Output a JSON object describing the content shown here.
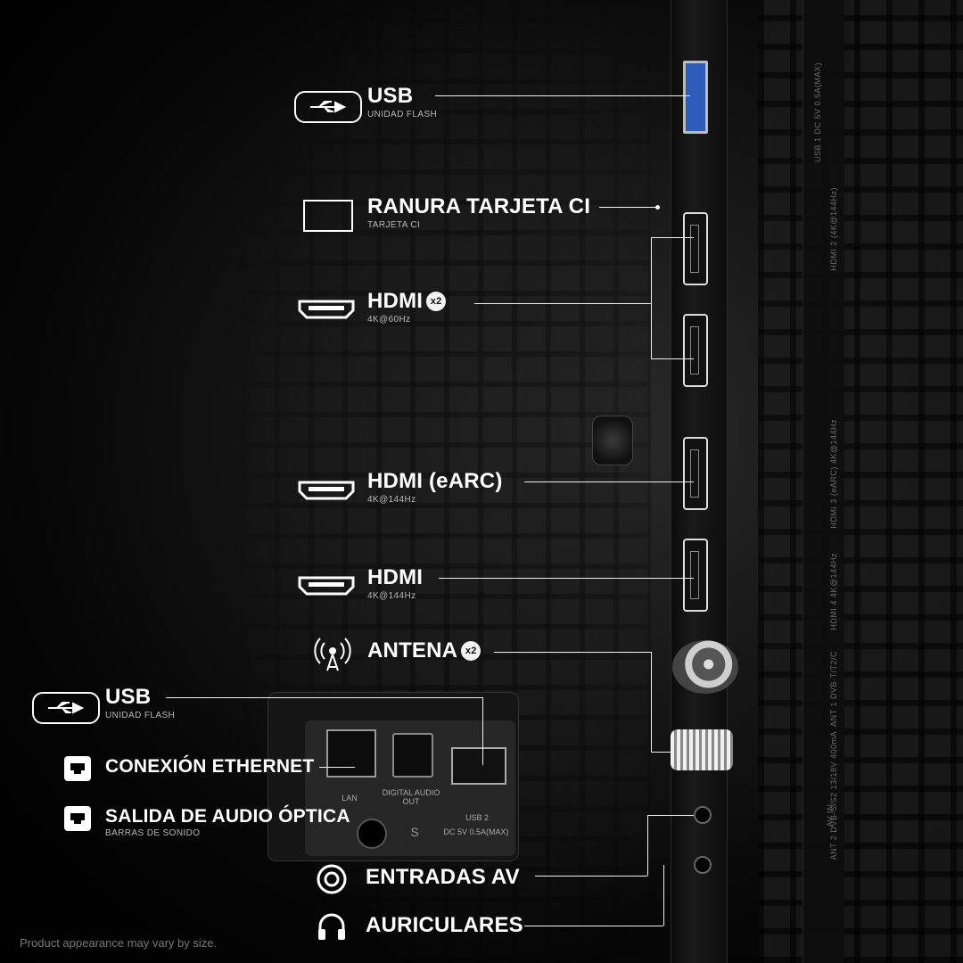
{
  "labels": {
    "usb_top": {
      "title": "USB",
      "sub": "UNIDAD FLASH"
    },
    "ci_slot": {
      "title": "RANURA TARJETA CI",
      "sub": "TARJETA CI"
    },
    "hdmi_x2": {
      "title": "HDMI",
      "badge": "x2",
      "sub": "4K@60Hz"
    },
    "hdmi_earc": {
      "title": "HDMI (eARC)",
      "sub": "4K@144Hz"
    },
    "hdmi": {
      "title": "HDMI",
      "sub": "4K@144Hz"
    },
    "antena": {
      "title": "ANTENA",
      "badge": "x2"
    },
    "usb_bottom": {
      "title": "USB",
      "sub": "UNIDAD FLASH"
    },
    "ethernet": {
      "title": "CONEXIÓN ETHERNET"
    },
    "optical": {
      "title": "SALIDA DE AUDIO ÓPTICA",
      "sub": "BARRAS DE SONIDO"
    },
    "av_in": {
      "title": "ENTRADAS AV"
    },
    "headphones": {
      "title": "AURICULARES"
    }
  },
  "panel": {
    "lan": "LAN",
    "digital_out": "DIGITAL AUDIO OUT",
    "usb2": "USB 2",
    "usb2_spec": "DC 5V 0.5A(MAX)",
    "switch": "S"
  },
  "side_print": {
    "usb1": "USB 1 DC 5V 0.5A(MAX)",
    "hdmi2": "HDMI 2 (4K@144Hz)",
    "hdmi3": "HDMI 3 (eARC) 4K@144Hz",
    "hdmi4": "HDMI 4 4K@144Hz",
    "ant1": "ANT 1 DVB-T/T2/C",
    "ant2": "ANT 2 DVB-S/S2 13/18V 400mA",
    "avin": "AV IN"
  },
  "footer": "Product appearance may vary by size.",
  "icons": {
    "usb": "usb-icon",
    "ci": "ci-card-icon",
    "hdmi": "hdmi-icon",
    "antenna": "antenna-icon",
    "ethernet": "ethernet-icon",
    "av": "av-input-icon",
    "headphones": "headphones-icon"
  },
  "colors": {
    "background": "#000000",
    "text": "#ffffff",
    "usb_port": "#2d5db8"
  }
}
